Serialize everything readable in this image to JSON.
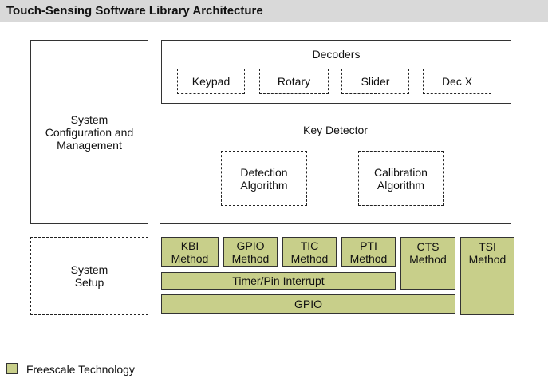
{
  "title": "Touch-Sensing Software Library Architecture",
  "system_config": "System\nConfiguration and\nManagement",
  "decoders": {
    "label": "Decoders",
    "items": [
      "Keypad",
      "Rotary",
      "Slider",
      "Dec X"
    ]
  },
  "key_detector": {
    "label": "Key Detector",
    "detection": "Detection\nAlgorithm",
    "calibration": "Calibration\nAlgorithm"
  },
  "system_setup": "System\nSetup",
  "methods": {
    "kbi": "KBI\nMethod",
    "gpio": "GPIO\nMethod",
    "tic": "TIC\nMethod",
    "pti": "PTI\nMethod",
    "cts": "CTS\nMethod",
    "tsi": "TSI\nMethod"
  },
  "timer_pin_interrupt": "Timer/Pin Interrupt",
  "gpio": "GPIO",
  "legend": {
    "label": "Freescale Technology",
    "color": "#c8cf8a"
  }
}
